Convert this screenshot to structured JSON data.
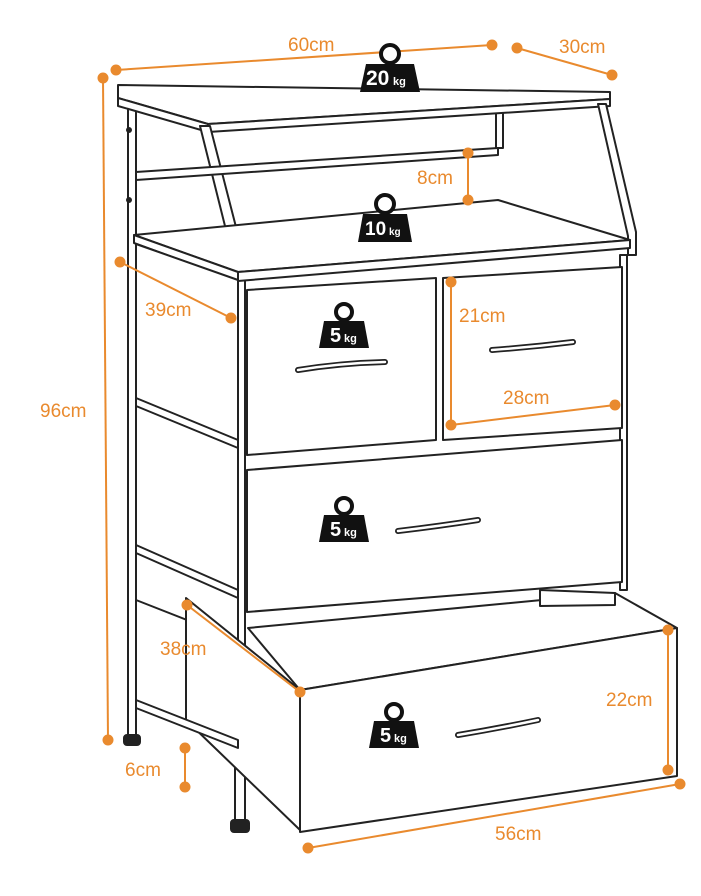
{
  "colors": {
    "accent": "#E98A2E",
    "outline": "#222222",
    "weight_fill": "#111111",
    "background": "#ffffff"
  },
  "dimensions": {
    "width_top": "60cm",
    "depth_top": "30cm",
    "shelf_gap": "8cm",
    "shelf_depth": "39cm",
    "height": "96cm",
    "drawer_height_small": "21cm",
    "drawer_width_small": "28cm",
    "drawer_depth": "38cm",
    "drawer_height_large": "22cm",
    "drawer_width_large": "56cm",
    "foot_clearance": "6cm"
  },
  "weights": [
    {
      "num": "20",
      "unit": "kg"
    },
    {
      "num": "10",
      "unit": "kg"
    },
    {
      "num": "5",
      "unit": "kg"
    },
    {
      "num": "5",
      "unit": "kg"
    },
    {
      "num": "5",
      "unit": "kg"
    }
  ]
}
